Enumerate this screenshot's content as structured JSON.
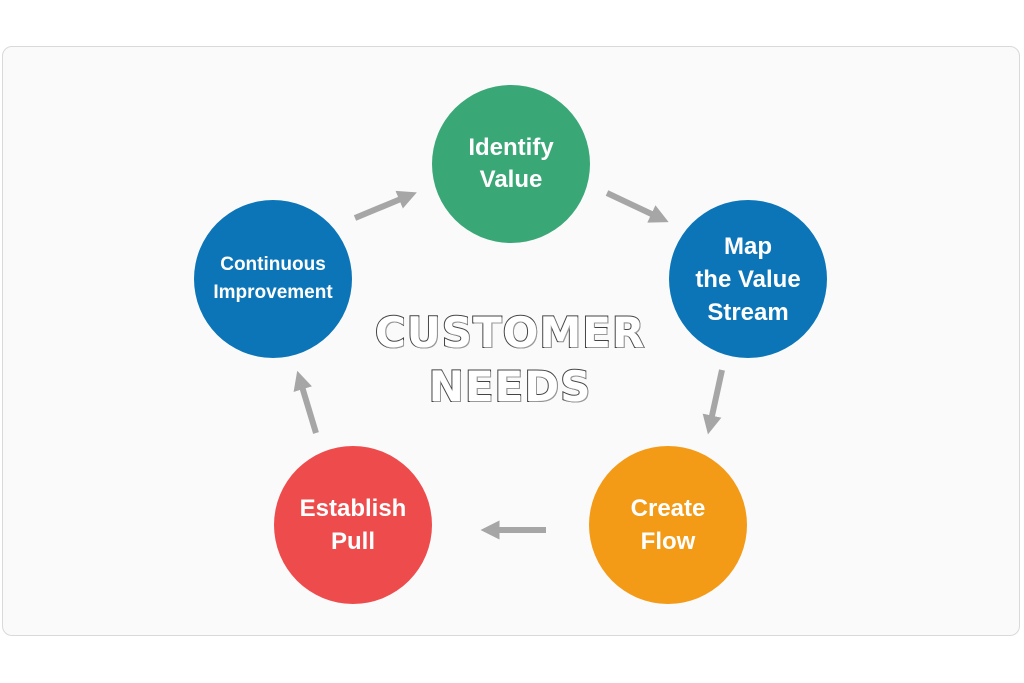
{
  "center": {
    "line1": "CUSTOMER",
    "line2": "NEEDS"
  },
  "nodes": {
    "identify_value": {
      "label": "Identify\nValue",
      "color": "#3aa776"
    },
    "map_value_stream": {
      "label": "Map\nthe Value\nStream",
      "color": "#0b75b8"
    },
    "create_flow": {
      "label": "Create\nFlow",
      "color": "#f39a17"
    },
    "establish_pull": {
      "label": "Establish\nPull",
      "color": "#ee4b4c"
    },
    "continuous_improvement": {
      "label": "Continuous\nImprovement",
      "color": "#0b75b8"
    }
  },
  "colors": {
    "arrow": "#a6a6a6",
    "card_background": "#fafafa",
    "card_border": "#d9d9d9"
  }
}
